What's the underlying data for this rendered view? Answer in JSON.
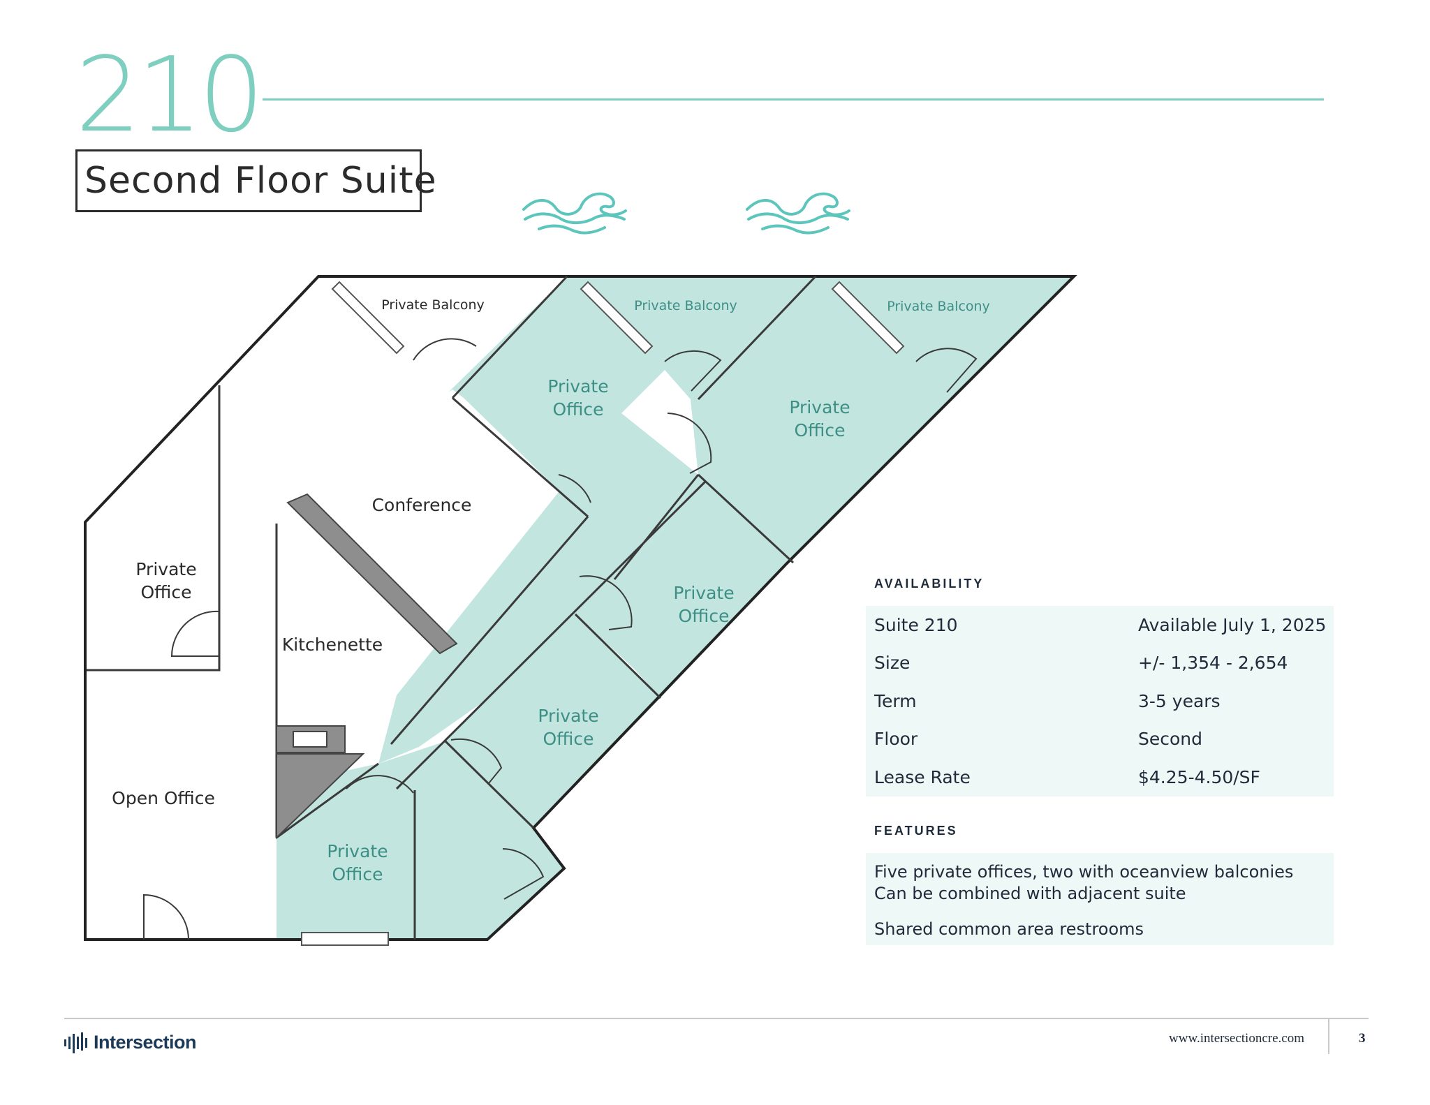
{
  "header": {
    "suite_number": "210",
    "suite_name": "Second Floor Suite"
  },
  "floorplan": {
    "rooms": [
      {
        "id": "balcony-1",
        "label": "Private Balcony",
        "leased_color": false
      },
      {
        "id": "balcony-2",
        "label": "Private Balcony",
        "leased_color": true
      },
      {
        "id": "balcony-3",
        "label": "Private Balcony",
        "leased_color": true
      },
      {
        "id": "office-top-1",
        "label": "Private\nOffice",
        "leased_color": true
      },
      {
        "id": "office-top-2",
        "label": "Private\nOffice",
        "leased_color": true
      },
      {
        "id": "conference",
        "label": "Conference",
        "leased_color": false
      },
      {
        "id": "office-left",
        "label": "Private\nOffice",
        "leased_color": false
      },
      {
        "id": "kitchenette",
        "label": "Kitchenette",
        "leased_color": false
      },
      {
        "id": "office-mid",
        "label": "Private\nOffice",
        "leased_color": true
      },
      {
        "id": "office-lower",
        "label": "Private\nOffice",
        "leased_color": true
      },
      {
        "id": "open-office",
        "label": "Open Office",
        "leased_color": false
      },
      {
        "id": "office-bottom",
        "label": "Private\nOffice",
        "leased_color": true
      }
    ],
    "colors": {
      "highlight": "#c2e6df",
      "wall": "#222222",
      "ocean": "#5cc6bd"
    },
    "icons": [
      "ocean-wave-icon",
      "ocean-wave-icon"
    ]
  },
  "availability": {
    "heading": "AVAILABILITY",
    "rows": [
      {
        "key": "Suite 210",
        "value": "Available July 1, 2025"
      },
      {
        "key": "Size",
        "value": "+/- 1,354 - 2,654"
      },
      {
        "key": "Term",
        "value": "3-5 years"
      },
      {
        "key": "Floor",
        "value": "Second"
      },
      {
        "key": "Lease Rate",
        "value": "$4.25-4.50/SF"
      }
    ]
  },
  "features": {
    "heading": "FEATURES",
    "items": [
      "Five private offices, two with oceanview balconies",
      "Can be combined with adjacent suite",
      "Shared common area restrooms"
    ]
  },
  "footer": {
    "brand": "Intersection",
    "website": "www.intersectioncre.com",
    "page": "3"
  },
  "theme": {
    "accent": "#7fcfc0",
    "table_bg": "#eef8f7",
    "brand_navy": "#1c3a57"
  }
}
